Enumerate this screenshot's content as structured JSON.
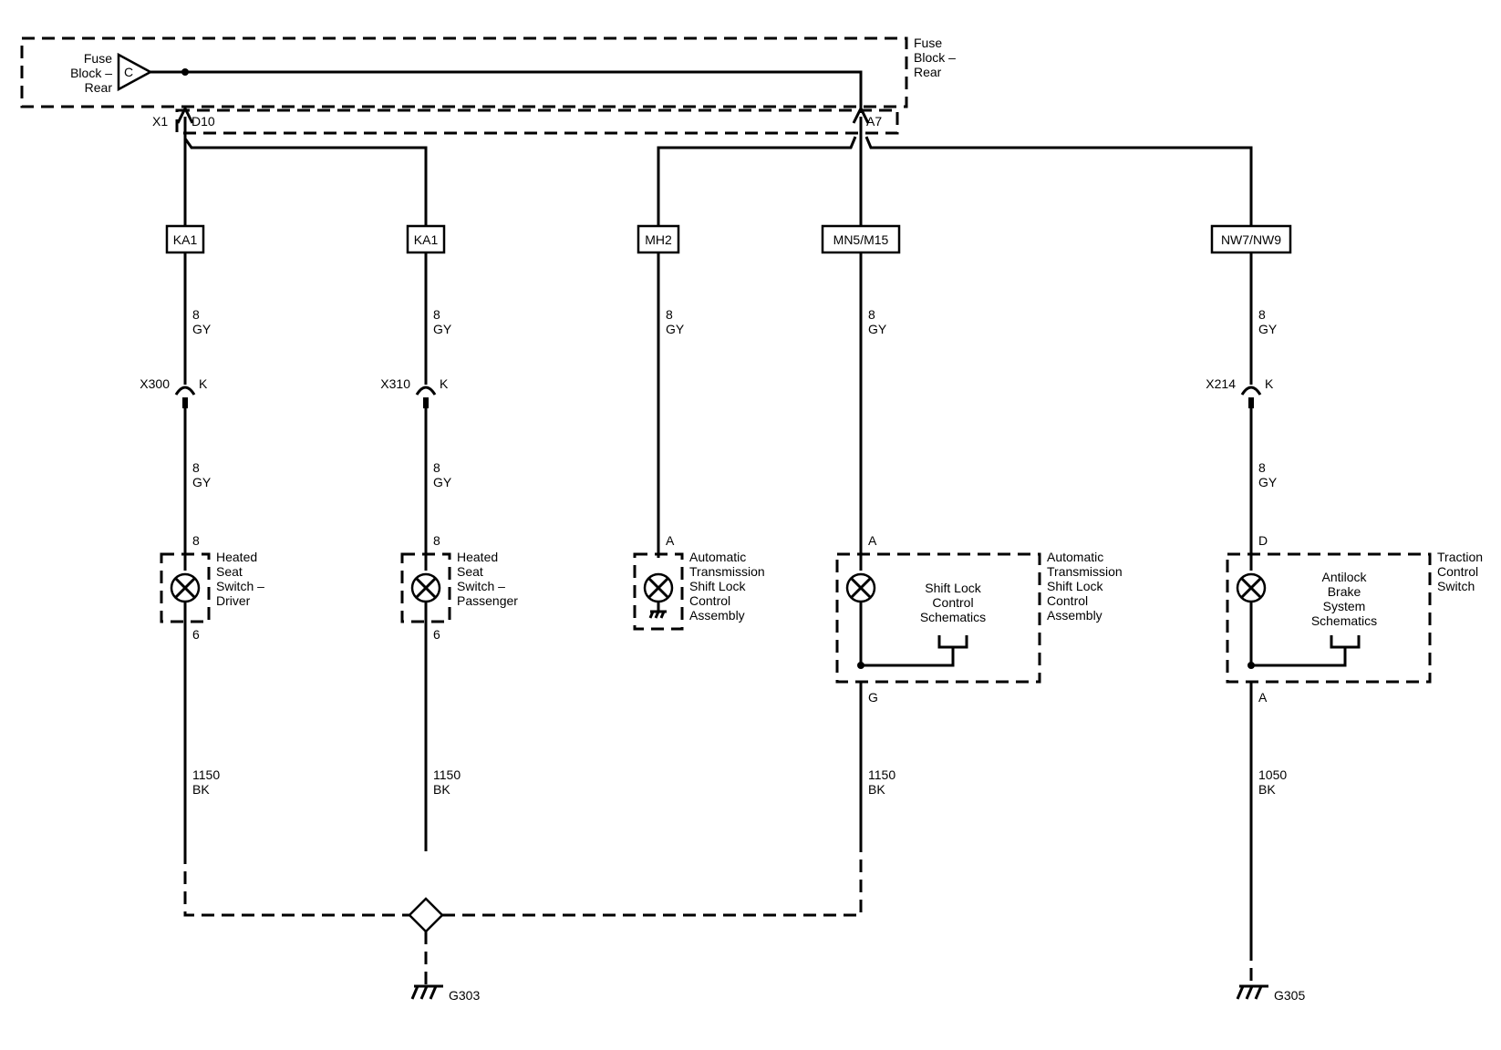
{
  "fuse_block": {
    "name_lines": [
      "Fuse",
      "Block –",
      "Rear"
    ],
    "terminal": "C",
    "connector": "X1",
    "pin_left": "D10",
    "pin_right": "A7"
  },
  "options": [
    "KA1",
    "KA1",
    "MH2",
    "MN5/M15",
    "NW7/NW9"
  ],
  "wires": {
    "feed_size": "8",
    "feed_color": "GY",
    "ground_sizes": [
      "1150",
      "1150",
      "1150",
      "1050"
    ],
    "ground_color": "BK"
  },
  "inline_connectors": [
    {
      "id": "X300",
      "pin": "K"
    },
    {
      "id": "X310",
      "pin": "K"
    },
    {
      "id": "X214",
      "pin": "K"
    }
  ],
  "components": {
    "seat_driver": {
      "pin_top": "8",
      "pin_bottom": "6",
      "label_lines": [
        "Heated",
        "Seat",
        "Switch –",
        "Driver"
      ]
    },
    "seat_passenger": {
      "pin_top": "8",
      "pin_bottom": "6",
      "label_lines": [
        "Heated",
        "Seat",
        "Switch –",
        "Passenger"
      ]
    },
    "shift_lock_mh2": {
      "pin_top": "A",
      "label_lines": [
        "Automatic",
        "Transmission",
        "Shift Lock",
        "Control",
        "Assembly"
      ]
    },
    "shift_lock_mn5": {
      "pin_top": "A",
      "pin_bottom": "G",
      "inner_lines": [
        "Shift Lock",
        "Control",
        "Schematics"
      ],
      "label_lines": [
        "Automatic",
        "Transmission",
        "Shift Lock",
        "Control",
        "Assembly"
      ]
    },
    "traction": {
      "pin_top": "D",
      "pin_bottom": "A",
      "inner_lines": [
        "Antilock",
        "Brake",
        "System",
        "Schematics"
      ],
      "label_lines": [
        "Traction",
        "Control",
        "Switch"
      ]
    }
  },
  "grounds": [
    "G303",
    "G305"
  ]
}
